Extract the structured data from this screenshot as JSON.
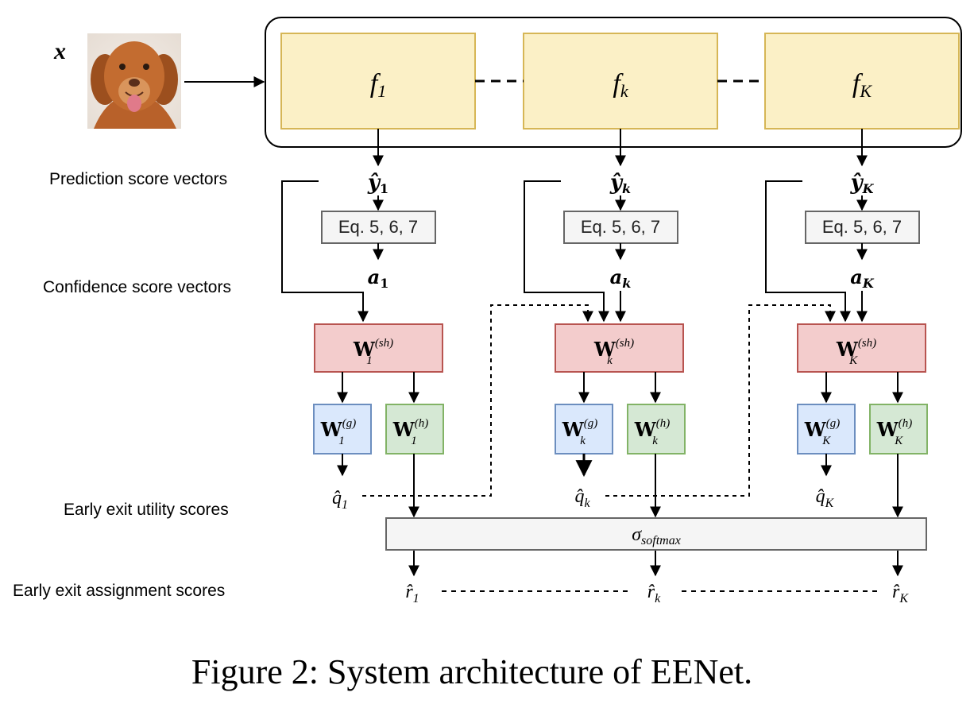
{
  "input": {
    "label": "x",
    "image": "dog-photo"
  },
  "row_labels": {
    "prediction": "Prediction score vectors",
    "confidence": "Confidence score vectors",
    "utility": "Early exit utility scores",
    "assignment": "Early exit assignment scores"
  },
  "columns": [
    {
      "sub": "1",
      "f": "f",
      "y": "ŷ",
      "a": "a",
      "eq": "Eq. 5, 6, 7",
      "W": "W",
      "sh": "(sh)",
      "g": "(g)",
      "h": "(h)",
      "q": "q̂",
      "r": "r̂"
    },
    {
      "sub": "k",
      "f": "f",
      "y": "ŷ",
      "a": "a",
      "eq": "Eq. 5, 6, 7",
      "W": "W",
      "sh": "(sh)",
      "g": "(g)",
      "h": "(h)",
      "q": "q̂",
      "r": "r̂"
    },
    {
      "sub": "K",
      "f": "f",
      "y": "ŷ",
      "a": "a",
      "eq": "Eq. 5, 6, 7",
      "W": "W",
      "sh": "(sh)",
      "g": "(g)",
      "h": "(h)",
      "q": "q̂",
      "r": "r̂"
    }
  ],
  "softmax": {
    "sigma": "σ",
    "sub": "softmax"
  },
  "caption": "Figure 2: System architecture of EENet.",
  "colors": {
    "f_fill": "#fbf0c6",
    "f_stroke": "#d6b656",
    "sh_fill": "#f3cccc",
    "sh_stroke": "#b85450",
    "g_fill": "#dae8fc",
    "g_stroke": "#6c8ebf",
    "h_fill": "#d5e8d4",
    "h_stroke": "#82b366",
    "gray_fill": "#f5f5f5",
    "gray_stroke": "#666666"
  }
}
